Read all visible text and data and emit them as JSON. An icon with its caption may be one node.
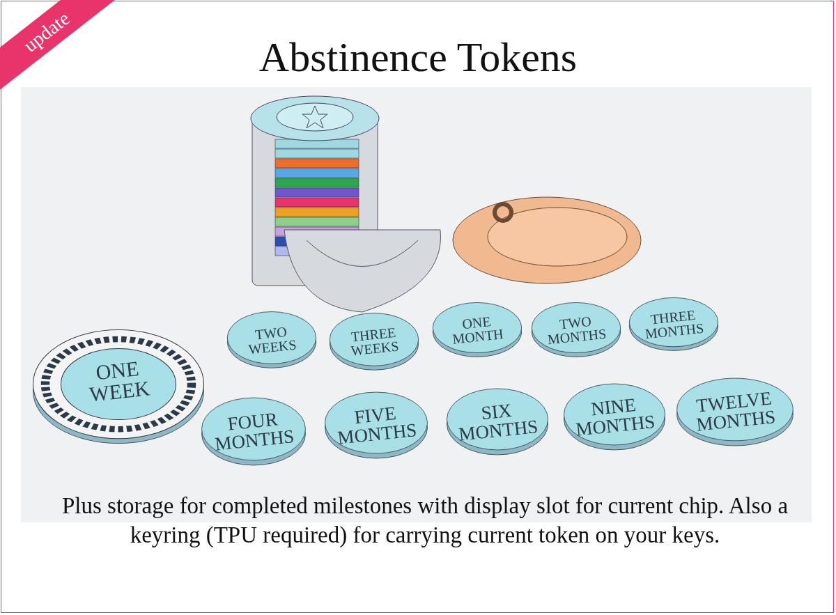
{
  "diagram": {
    "title": "Abstinence Tokens",
    "caption": "Plus storage for completed milestones with display slot for current chip. Also a keyring (TPU required) for carrying current token on your keys.",
    "nodes": [
      {
        "text": [
          "ONE WEEK"
        ]
      },
      {
        "text": [
          "TWO WEEKS"
        ]
      },
      {
        "text": [
          "THREE WEEKS"
        ]
      },
      {
        "text": [
          "ONE MONTH"
        ]
      },
      {
        "text": [
          "TWO MONTHS"
        ]
      },
      {
        "text": [
          "THREE MONTHS"
        ]
      },
      {
        "text": [
          "FOUR MONTHS"
        ]
      },
      {
        "text": [
          "FIVE MONTHS"
        ]
      },
      {
        "text": [
          "SIX MONTHS"
        ]
      },
      {
        "text": [
          "NINE MONTHS"
        ]
      },
      {
        "text": [
          "TWELVE MONTHS"
        ]
      }
    ],
    "edges": [],
    "labels": [
      "update"
    ]
  }
}
